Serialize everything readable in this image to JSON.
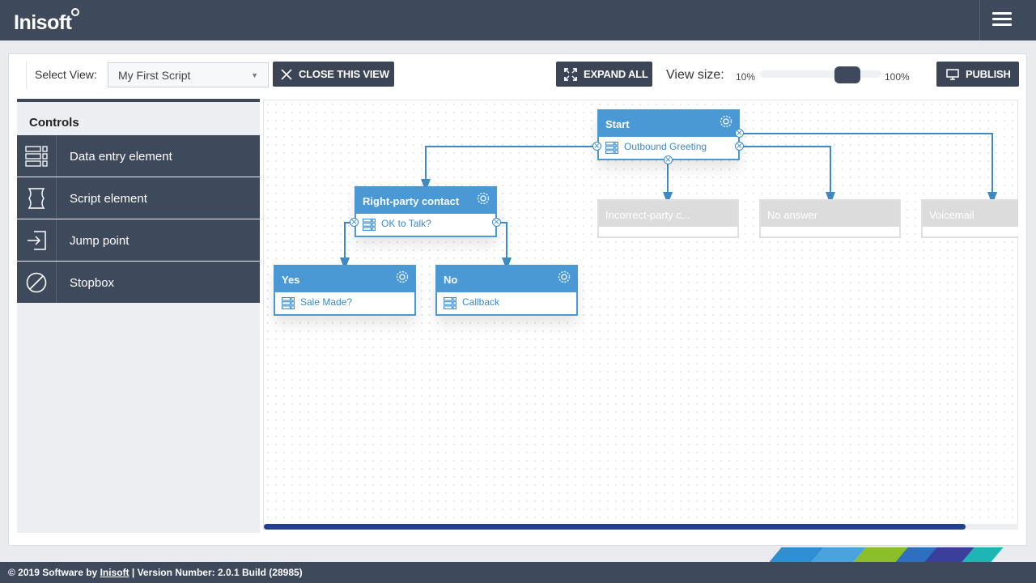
{
  "app": {
    "brand": "Inisoft"
  },
  "toolbar": {
    "select_label": "Select View:",
    "select_value": "My First Script",
    "close_label": "CLOSE THIS VIEW",
    "expand_label": "EXPAND ALL",
    "view_size_label": "View size:",
    "view_size_min": "10%",
    "view_size_max": "100%",
    "view_size_level": 0.72,
    "publish_label": "PUBLISH"
  },
  "controls": {
    "title": "Controls",
    "items": [
      {
        "label": "Data entry element",
        "icon": "data-entry-icon"
      },
      {
        "label": "Script element",
        "icon": "script-element-icon"
      },
      {
        "label": "Jump point",
        "icon": "jump-point-icon"
      },
      {
        "label": "Stopbox",
        "icon": "stopbox-icon"
      }
    ]
  },
  "canvas": {
    "nodes": [
      {
        "id": "start",
        "title": "Start",
        "field": "Outbound Greeting",
        "state": "active"
      },
      {
        "id": "right-party",
        "title": "Right-party contact",
        "field": "OK to Talk?",
        "state": "active"
      },
      {
        "id": "yes",
        "title": "Yes",
        "field": "Sale Made?",
        "state": "active"
      },
      {
        "id": "no",
        "title": "No",
        "field": "Callback",
        "state": "active"
      },
      {
        "id": "incorrect",
        "title": "Incorrect-party c...",
        "state": "inactive"
      },
      {
        "id": "no-answer",
        "title": "No answer",
        "state": "inactive"
      },
      {
        "id": "voicemail",
        "title": "Voicemail",
        "state": "inactive"
      }
    ],
    "horizontal_scroll": 0.93
  },
  "footer": {
    "prefix": "© 2019 Software by ",
    "link": "Inisoft",
    "suffix": " | Version Number: 2.0.1 Build (28985)"
  },
  "colors": {
    "header_bg": "#3e4a5c",
    "node_blue": "#4a98d4",
    "scroll_blue": "#253f8f",
    "stripe_colors": [
      "#2f8fd0",
      "#4aa3dc",
      "#8bbf2a",
      "#2f6fbf",
      "#3c3f9a",
      "#1fb5b5"
    ]
  }
}
